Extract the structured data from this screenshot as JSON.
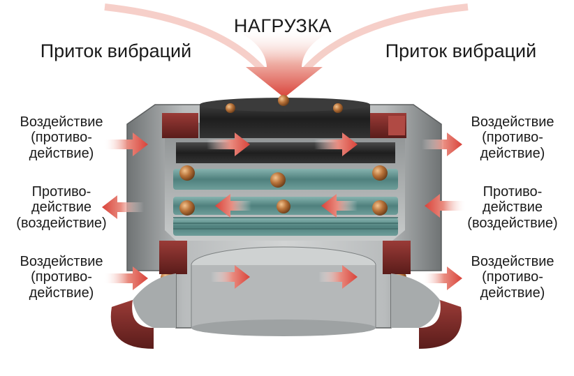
{
  "title": "НАГРУЗКА",
  "vibration_in": "Приток вибраций",
  "left": [
    {
      "line1": "Воздействие",
      "line2": "(противо-",
      "line3": "действие)"
    },
    {
      "line1": "Противо-",
      "line2": "действие",
      "line3": "(воздействие)"
    },
    {
      "line1": "Воздействие",
      "line2": "(противо-",
      "line3": "действие)"
    }
  ],
  "right": [
    {
      "line1": "Воздействие",
      "line2": "(противо-",
      "line3": "действие)"
    },
    {
      "line1": "Противо-",
      "line2": "действие",
      "line3": "(воздействие)"
    },
    {
      "line1": "Воздействие",
      "line2": "(противо-",
      "line3": "действие)"
    }
  ],
  "colors": {
    "arrow": "#d9433a",
    "rubber": "#2b2b2b",
    "ring": "#5c8f8c",
    "ball": "#b8733a",
    "body": "#9fa3a4",
    "thread": "#7a2a27"
  }
}
